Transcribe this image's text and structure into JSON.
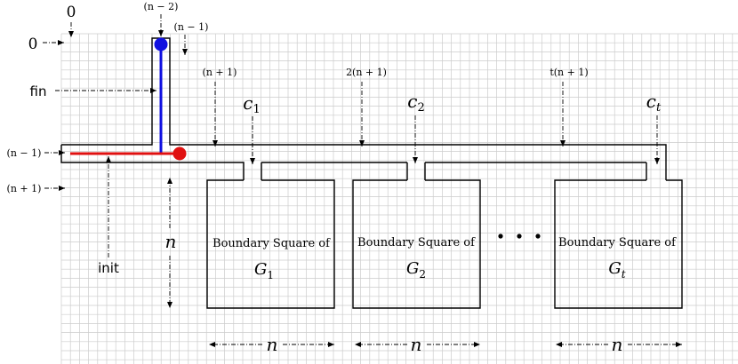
{
  "top_labels": {
    "zero": "0",
    "n_minus_2": "(n − 2)",
    "n_minus_1": "(n − 1)",
    "n_plus_1": "(n + 1)",
    "two_n_plus_1": "2(n + 1)",
    "t_n_plus_1": "t(n + 1)"
  },
  "left_labels": {
    "zero": "0",
    "fin": "fin",
    "n_minus_1": "(n − 1)",
    "n_plus_1": "(n + 1)",
    "init": "init"
  },
  "c_labels": [
    {
      "base": "c",
      "sub": "1"
    },
    {
      "base": "c",
      "sub": "2"
    },
    {
      "base": "c",
      "sub": "t"
    }
  ],
  "boxes": [
    {
      "line1": "Boundary Square of",
      "g": "G",
      "sub": "1"
    },
    {
      "line1": "Boundary Square of",
      "g": "G",
      "sub": "2"
    },
    {
      "line1": "Boundary Square of",
      "g": "G",
      "sub": "t"
    }
  ],
  "n_label": "n",
  "colors": {
    "blue": "#1010e0",
    "red": "#e01010",
    "grid": "#cccccc"
  }
}
